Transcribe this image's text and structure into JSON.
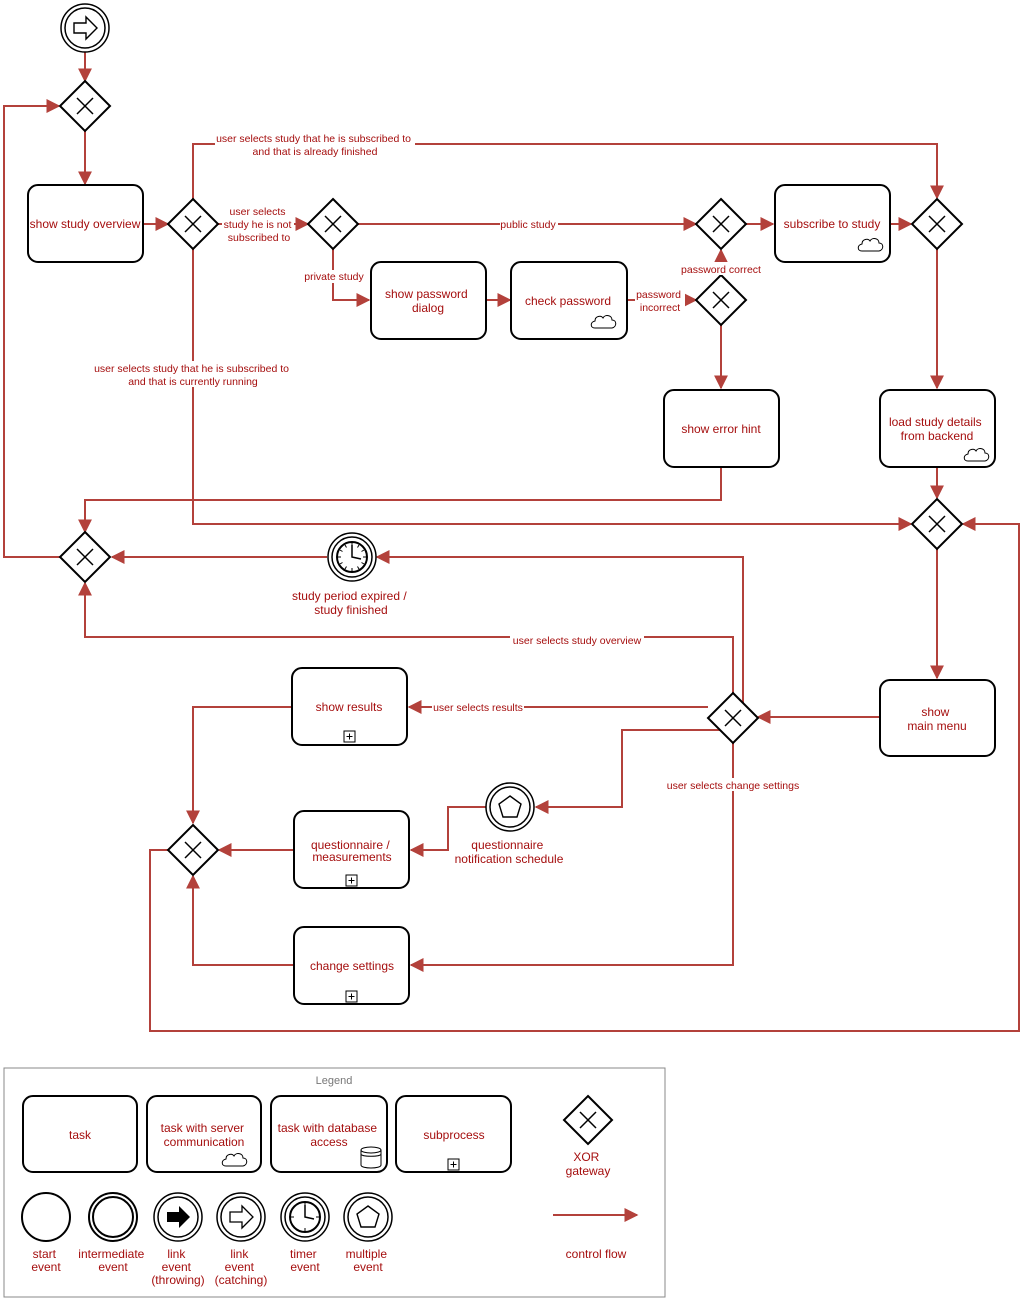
{
  "tasks": {
    "show_study_overview": "show study overview",
    "show_password_dialog": [
      "show password",
      "dialog"
    ],
    "check_password": "check password",
    "subscribe_to_study": "subscribe to study",
    "show_error_hint": "show error hint",
    "load_study_details": [
      "load study details",
      "from backend"
    ],
    "show_main_menu": [
      "show",
      "main menu"
    ],
    "show_results": "show results",
    "questionnaire": [
      "questionnaire /",
      "measurements"
    ],
    "change_settings": "change settings"
  },
  "events": {
    "timer_label": [
      "study period expired /",
      "study finished"
    ],
    "notification_label": [
      "questionnaire",
      "notification schedule"
    ]
  },
  "flow_labels": {
    "subscribed_finished": [
      "user selects study that he is subscribed to",
      "and that is already finished"
    ],
    "not_subscribed": [
      "user selects",
      "study he is not",
      "subscribed to"
    ],
    "public_study": "public study",
    "private_study": "private study",
    "password_correct": "password correct",
    "password_incorrect": [
      "password",
      "incorrect"
    ],
    "subscribed_running": [
      "user selects study that he is subscribed to",
      "and that is currently running"
    ],
    "select_overview": "user selects study overview",
    "select_results": "user selects results",
    "change_settings": "user selects change settings"
  },
  "legend": {
    "title": "Legend",
    "task": "task",
    "task_server": [
      "task with server",
      "communication"
    ],
    "task_db": [
      "task with database",
      "access"
    ],
    "subprocess": "subprocess",
    "xor": [
      "XOR",
      "gateway"
    ],
    "start_event": [
      "start",
      "event"
    ],
    "intermediate_event": [
      "intermediate",
      "event"
    ],
    "link_throwing": [
      "link",
      "event",
      "(throwing)"
    ],
    "link_catching": [
      "link",
      "event",
      "(catching)"
    ],
    "timer_event": [
      "timer",
      "event"
    ],
    "multiple_event": [
      "multiple",
      "event"
    ],
    "control_flow": "control flow"
  },
  "colors": {
    "flow": "#b3413b",
    "text": "#a50e0e",
    "outline": "#000000"
  }
}
